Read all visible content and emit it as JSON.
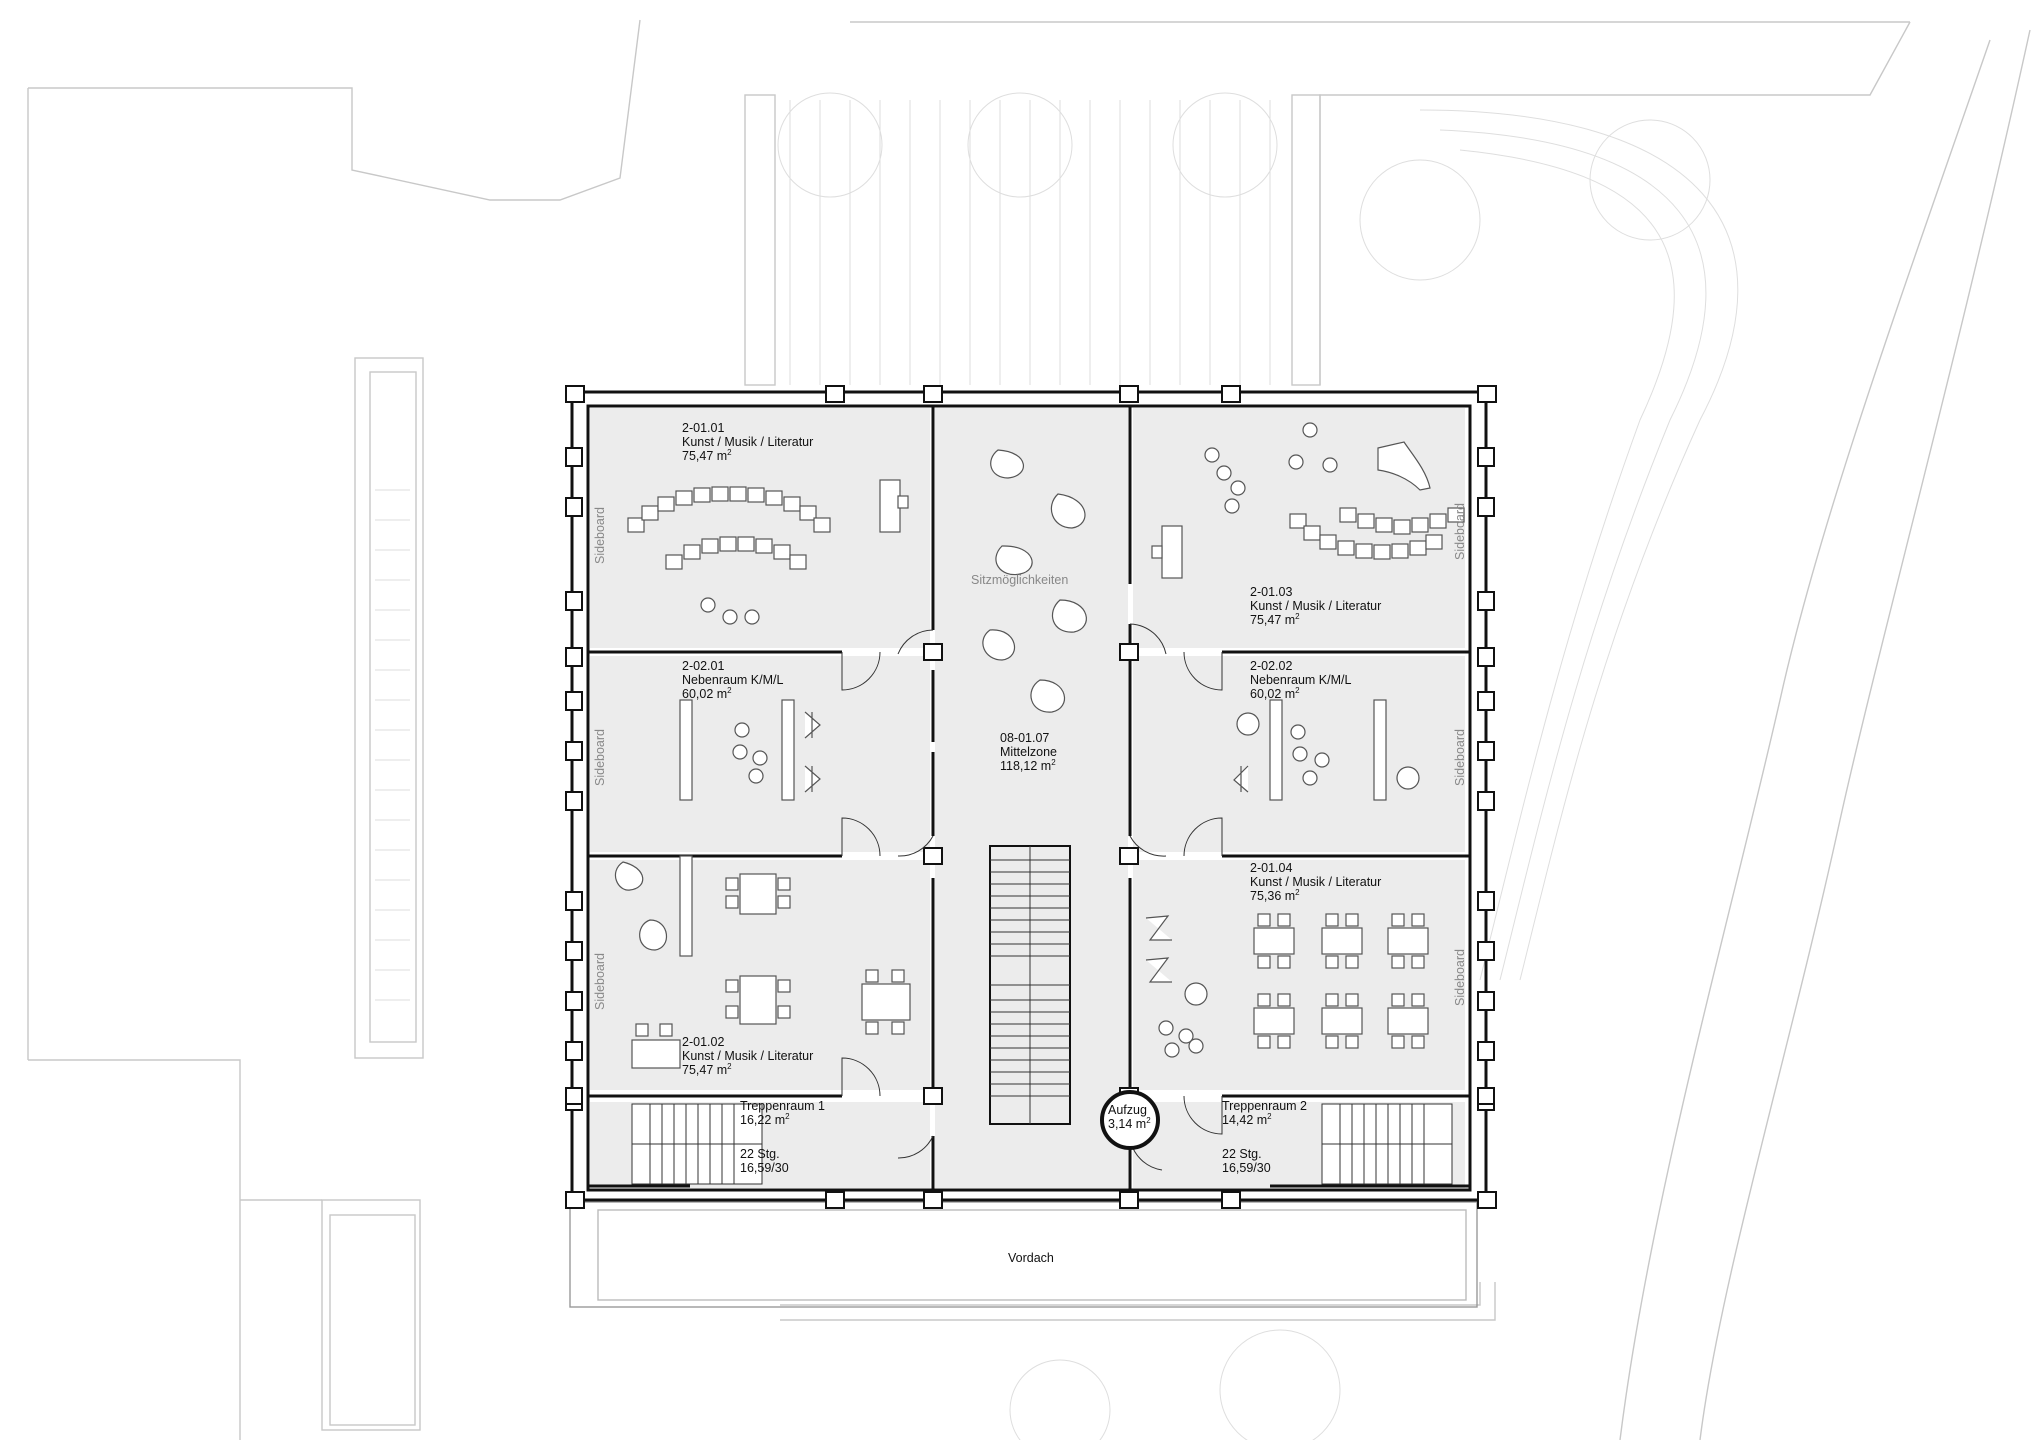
{
  "rooms": [
    {
      "id": "2-01.01",
      "name": "Kunst / Musik / Literatur",
      "area": "75,47 m",
      "sup": "2"
    },
    {
      "id": "2-02.01",
      "name": "Nebenraum K/M/L",
      "area": "60,02 m",
      "sup": "2"
    },
    {
      "id": "2-01.02",
      "name": "Kunst / Musik / Literatur",
      "area": "75,47 m",
      "sup": "2"
    },
    {
      "id": "2-01.03",
      "name": "Kunst / Musik / Literatur",
      "area": "75,47 m",
      "sup": "2"
    },
    {
      "id": "2-02.02",
      "name": "Nebenraum K/M/L",
      "area": "60,02 m",
      "sup": "2"
    },
    {
      "id": "2-01.04",
      "name": "Kunst / Musik / Literatur",
      "area": "75,36 m",
      "sup": "2"
    },
    {
      "id": "08-01.07",
      "name": "Mittelzone",
      "area": "118,12 m",
      "sup": "2"
    }
  ],
  "stairs": [
    {
      "name": "Treppenraum 1",
      "area": "16,22 m",
      "sup": "2",
      "steps": "22 Stg.",
      "ratio": "16,59/30"
    },
    {
      "name": "Treppenraum 2",
      "area": "14,42 m",
      "sup": "2",
      "steps": "22 Stg.",
      "ratio": "16,59/30"
    }
  ],
  "elevator": {
    "name": "Aufzug",
    "area": "3,14 m",
    "sup": "2"
  },
  "labels": {
    "seating": "Sitzmöglichkeiten",
    "canopy": "Vordach",
    "sideboard": "Sideboard"
  }
}
